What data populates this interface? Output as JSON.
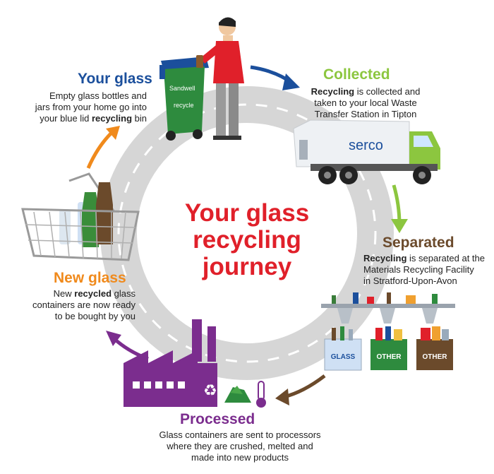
{
  "title": {
    "line1": "Your glass",
    "line2": "recycling",
    "line3": "journey"
  },
  "stages": {
    "your_glass": {
      "title": "Your glass",
      "color": "#1b4f9c",
      "desc_1": "Empty glass bottles and",
      "desc_2": "jars from your home go into",
      "desc_3_pre": "your blue lid ",
      "desc_3_bold": "recycling",
      "desc_3_post": " bin"
    },
    "collected": {
      "title": "Collected",
      "color": "#8cc63f",
      "desc_1_bold": "Recycling",
      "desc_1_post": " is collected and",
      "desc_2": "taken to your local Waste",
      "desc_3": "Transfer Station in Tipton"
    },
    "separated": {
      "title": "Separated",
      "color": "#6b4a2b",
      "desc_1_bold": "Recycling",
      "desc_1_post": " is separated at the",
      "desc_2": "Materials Recycling Facility",
      "desc_3": "in Stratford-Upon-Avon"
    },
    "processed": {
      "title": "Processed",
      "color": "#7b2d8e",
      "desc_1": "Glass containers are sent to processors",
      "desc_2": "where they are crushed, melted and",
      "desc_3": "made into new products"
    },
    "new_glass": {
      "title": "New glass",
      "color": "#f08a1c",
      "desc_1_pre": "New ",
      "desc_1_bold": "recycled",
      "desc_1_post": " glass",
      "desc_2": "containers are now ready",
      "desc_3": "to be bought by you"
    }
  },
  "bin": {
    "brand": "Sandwell",
    "label": "recycle"
  },
  "truck": {
    "brand": "serco"
  },
  "bins_sorted": {
    "glass": "GLASS",
    "other1": "OTHER",
    "other2": "OTHER"
  },
  "colors": {
    "road": "#d6d6d6",
    "bin_green": "#2e8b3e",
    "bin_lid": "#1b4f9c",
    "factory": "#7b2d8e",
    "arrow_blue": "#1b4f9c",
    "arrow_green": "#8cc63f",
    "arrow_brown": "#6b4a2b",
    "arrow_purple": "#7b2d8e",
    "arrow_orange": "#f08a1c"
  }
}
